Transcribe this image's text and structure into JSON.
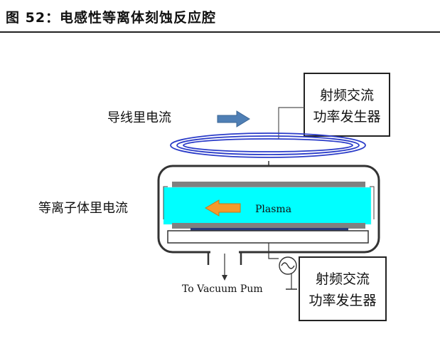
{
  "figure": {
    "title": "图 52：电感性等离体刻蚀反应腔"
  },
  "diagram": {
    "rf_generator_top": {
      "line1": "射频交流",
      "line2": "功率发生器"
    },
    "rf_generator_bottom": {
      "line1": "射频交流",
      "line2": "功率发生器"
    },
    "coil_current_label": "导线里电流",
    "plasma_current_label": "等离子体里电流",
    "plasma_label": "Plasma",
    "vacuum_label": "To Vacuum Pum"
  },
  "colors": {
    "plasma_fill": "#00ffff",
    "arrow_blue": "#4f7fb5",
    "arrow_orange": "#f39a2c",
    "coil_blue": "#2b3cc9",
    "electrode_gray": "#808080",
    "wafer_navy": "#2a3a7a"
  }
}
